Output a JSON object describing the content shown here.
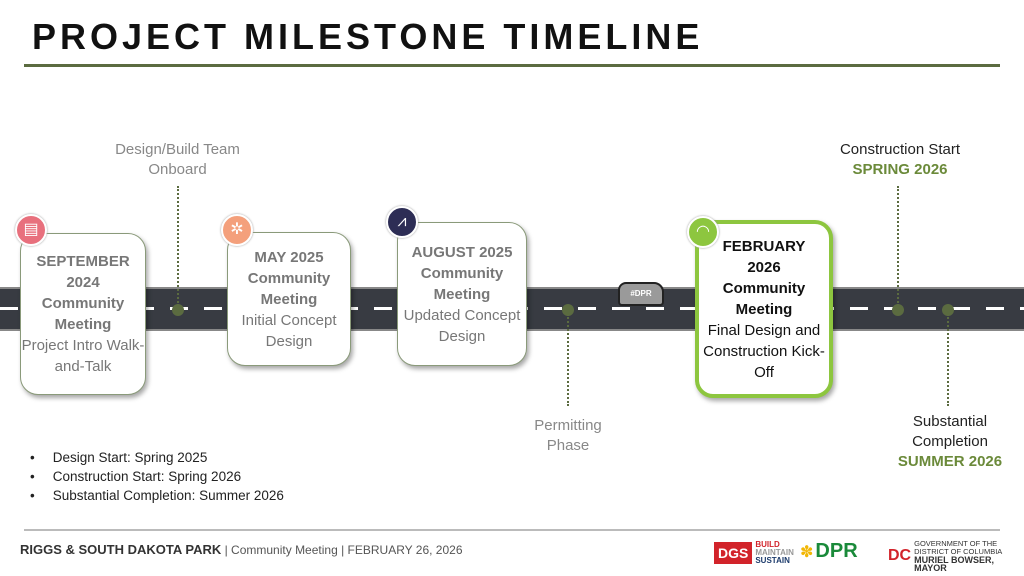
{
  "title": "PROJECT MILESTONE TIMELINE",
  "cards": [
    {
      "date": "SEPTEMBER 2024",
      "event": "Community Meeting",
      "desc": "Project Intro Walk-and-Talk",
      "icon": "clipboard-icon",
      "color": "#e8707d"
    },
    {
      "date": "MAY 2025",
      "event": "Community Meeting",
      "desc": "Initial Concept Design",
      "icon": "network-icon",
      "color": "#f4a07c"
    },
    {
      "date": "AUGUST 2025",
      "event": "Community Meeting",
      "desc": "Updated Concept Design",
      "icon": "compass-icon",
      "color": "#2d2d55"
    },
    {
      "date": "FEBRUARY 2026",
      "event": "Community Meeting",
      "desc": "Final Design and Construction Kick-Off",
      "icon": "hardhat-icon",
      "color": "#8dc63f"
    }
  ],
  "milestones": [
    {
      "label": "Design/Build Team Onboard"
    },
    {
      "label": "Permitting Phase"
    },
    {
      "label": "Construction Start",
      "season": "SPRING 2026"
    },
    {
      "label": "Substantial Completion",
      "season": "SUMMER 2026"
    }
  ],
  "car_label": "#DPR",
  "bullets": [
    "Design Start: Spring 2025",
    "Construction Start: Spring 2026",
    "Substantial Completion: Summer 2026"
  ],
  "footer": {
    "project": "RIGGS & SOUTH DAKOTA PARK",
    "rest": " | Community Meeting | FEBRUARY 26, 2026"
  },
  "logos": {
    "dgs": "DGS",
    "dgs_tag": [
      "BUILD",
      "MAINTAIN",
      "SUSTAIN"
    ],
    "dpr": "DPR",
    "dc": [
      "GOVERNMENT OF THE",
      "DISTRICT OF COLUMBIA",
      "MURIEL BOWSER, MAYOR"
    ]
  }
}
